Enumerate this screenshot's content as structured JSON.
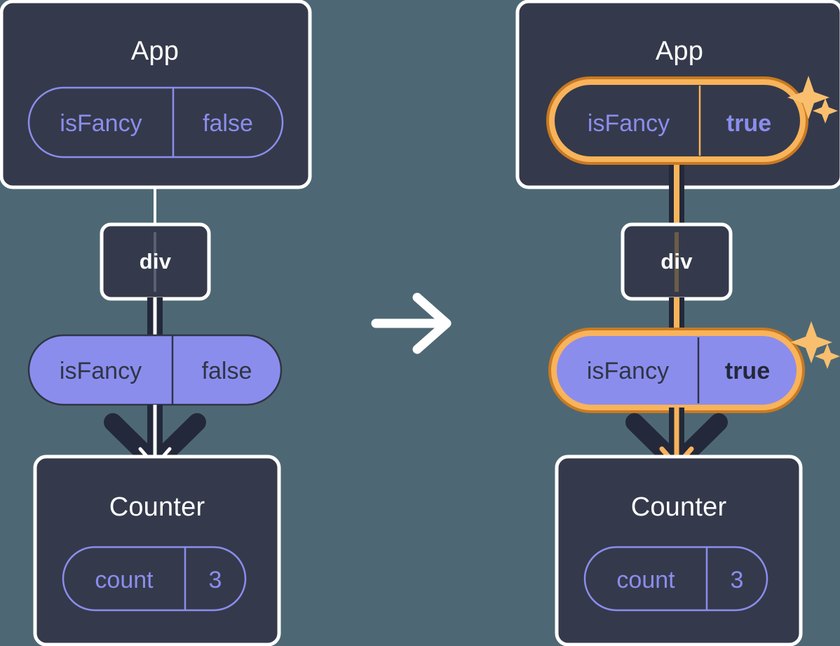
{
  "diagram": {
    "title": "React state update: isFancy prop passed from App through div to Counter",
    "background_color": "#4d6874",
    "card_color": "#343a4b",
    "card_border_color": "#ffffff",
    "pill_purple": "#8b8ded",
    "pill_outline_color": "#8b8ded",
    "highlight_outer": "#c87a23",
    "highlight_inner": "#f9b35a",
    "arrow_dark": "#23293a",
    "arrow_white": "#ffffff",
    "arrow_orange": "#f9b35a",
    "transition_arrow_icon": "right-arrow-icon"
  },
  "before": {
    "app": {
      "title": "App",
      "state_pill": {
        "key": "isFancy",
        "value": "false",
        "style": "outline",
        "highlighted": false
      }
    },
    "div": {
      "title": "div"
    },
    "prop_pill": {
      "key": "isFancy",
      "value": "false",
      "style": "solid",
      "highlighted": false
    },
    "counter": {
      "title": "Counter",
      "state_pill": {
        "key": "count",
        "value": "3",
        "style": "outline",
        "highlighted": false
      }
    }
  },
  "after": {
    "app": {
      "title": "App",
      "state_pill": {
        "key": "isFancy",
        "value": "true",
        "style": "outline",
        "highlighted": true,
        "sparkle_icon": "sparkles-icon"
      }
    },
    "div": {
      "title": "div"
    },
    "prop_pill": {
      "key": "isFancy",
      "value": "true",
      "style": "solid",
      "highlighted": true,
      "sparkle_icon": "sparkles-icon"
    },
    "counter": {
      "title": "Counter",
      "state_pill": {
        "key": "count",
        "value": "3",
        "style": "outline",
        "highlighted": false
      }
    }
  }
}
